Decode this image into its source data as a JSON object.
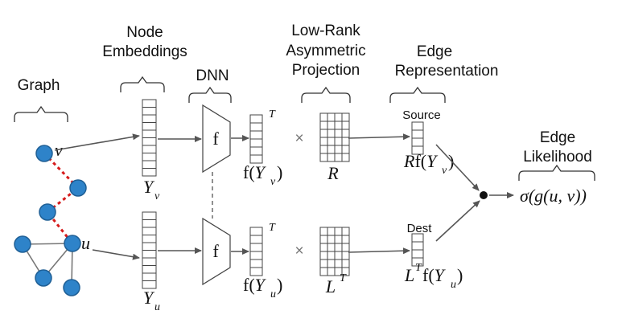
{
  "labels": {
    "graph": "Graph",
    "node_embeddings_1": "Node",
    "node_embeddings_2": "Embeddings",
    "dnn": "DNN",
    "projection_1": "Low-Rank",
    "projection_2": "Asymmetric",
    "projection_3": "Projection",
    "edge_repr_1": "Edge",
    "edge_repr_2": "Representation",
    "edge_likelihood_1": "Edge",
    "edge_likelihood_2": "Likelihood",
    "source": "Source",
    "dest": "Dest",
    "f": "f",
    "times": "×",
    "node_v": "v",
    "node_u": "u",
    "transpose": "T",
    "sigma": "σ(g(u, v))"
  },
  "math": {
    "Y": "Y",
    "sub_v": "v",
    "sub_u": "u",
    "f_open": "f(",
    "close": ")",
    "R": "R",
    "L": "L",
    "Rf_prefix": "R",
    "Lf_prefix": "L"
  },
  "colors": {
    "node": "#2e83c9",
    "walk": "#d61c1c"
  }
}
